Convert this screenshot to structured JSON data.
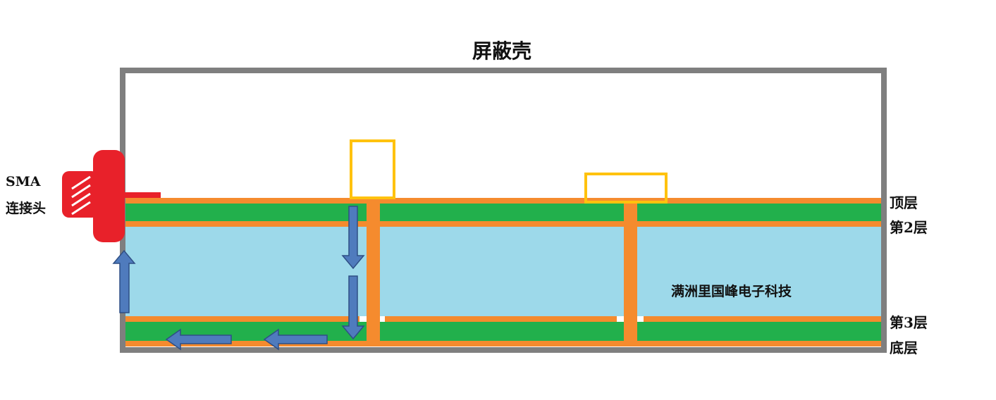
{
  "title": "屏蔽壳",
  "connector": {
    "line1": "SMA",
    "line2": "连接头"
  },
  "layers": {
    "top": "顶层",
    "layer2": "第2层",
    "layer3": "第3层",
    "bottom": "底层"
  },
  "watermark": "满洲里国峰电子科技",
  "colors": {
    "shield": "#7f7f7f",
    "copper": "#f58b2e",
    "prepreg": "#22b04c",
    "core": "#9dd9ea",
    "component": "#ffc20e",
    "connector": "#e8212a",
    "arrow_fill": "#4f7bbd",
    "arrow_stroke": "#2f4f85"
  }
}
